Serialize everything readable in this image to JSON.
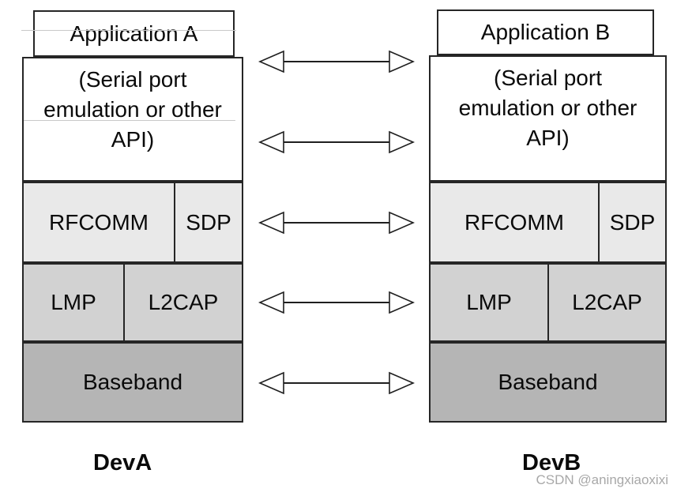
{
  "diagram": {
    "title_semantic": "Bluetooth RFCOMM protocol stack between two devices",
    "colors": {
      "background": "#ffffff",
      "box_border": "#262626",
      "api_layer_fill": "#ffffff",
      "rfcomm_layer_fill": "#e9e9e9",
      "lmp_layer_fill": "#d2d2d2",
      "baseband_layer_fill": "#b5b5b5",
      "arrow_stroke": "#1f1f1f",
      "watermark_text": "#a8a8a8"
    },
    "devices": [
      {
        "application": "Application A",
        "api_lines": [
          "(Serial port",
          "emulation or other",
          "API)"
        ],
        "rfcomm": "RFCOMM",
        "sdp": "SDP",
        "lmp": "LMP",
        "l2cap": "L2CAP",
        "baseband": "Baseband",
        "label": "DevA"
      },
      {
        "application": "Application B",
        "api_lines": [
          "(Serial port",
          "emulation or other",
          "API)"
        ],
        "rfcomm": "RFCOMM",
        "sdp": "SDP",
        "lmp": "LMP",
        "l2cap": "L2CAP",
        "baseband": "Baseband",
        "label": "DevB"
      }
    ],
    "arrows": {
      "count": 5,
      "style": "double-headed hollow-triangle arrows between the two stacks"
    },
    "watermark": "CSDN @aningxiaoxixi"
  }
}
